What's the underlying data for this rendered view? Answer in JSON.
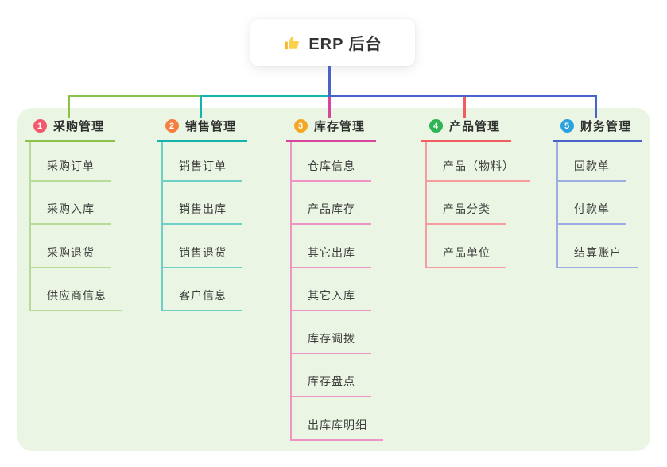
{
  "root": {
    "title": "ERP 后台",
    "icon": "thumbs-up"
  },
  "colors": {
    "panel_bg": "#eaf6e3",
    "root_stem": "#4a63c9"
  },
  "branches": [
    {
      "index": "1",
      "title": "采购管理",
      "badge_color": "#f4586d",
      "line_color": "#8ac24a",
      "child_line_color": "#b7dc99",
      "children": [
        "采购订单",
        "采购入库",
        "采购退货",
        "供应商信息"
      ]
    },
    {
      "index": "2",
      "title": "销售管理",
      "badge_color": "#f57f3f",
      "line_color": "#14b3ab",
      "child_line_color": "#6fcfc7",
      "children": [
        "销售订单",
        "销售出库",
        "销售退货",
        "客户信息"
      ]
    },
    {
      "index": "3",
      "title": "库存管理",
      "badge_color": "#f5a623",
      "line_color": "#d6459e",
      "child_line_color": "#f093c6",
      "children": [
        "仓库信息",
        "产品库存",
        "其它出库",
        "其它入库",
        "库存调拨",
        "库存盘点",
        "出库库明细"
      ]
    },
    {
      "index": "4",
      "title": "产品管理",
      "badge_color": "#2eb454",
      "line_color": "#f25e60",
      "child_line_color": "#f79da0",
      "children": [
        "产品（物料）",
        "产品分类",
        "产品单位"
      ]
    },
    {
      "index": "5",
      "title": "财务管理",
      "badge_color": "#2ba2de",
      "line_color": "#4a63c9",
      "child_line_color": "#9bafe2",
      "children": [
        "回款单",
        "付款单",
        "结算账户"
      ]
    }
  ]
}
